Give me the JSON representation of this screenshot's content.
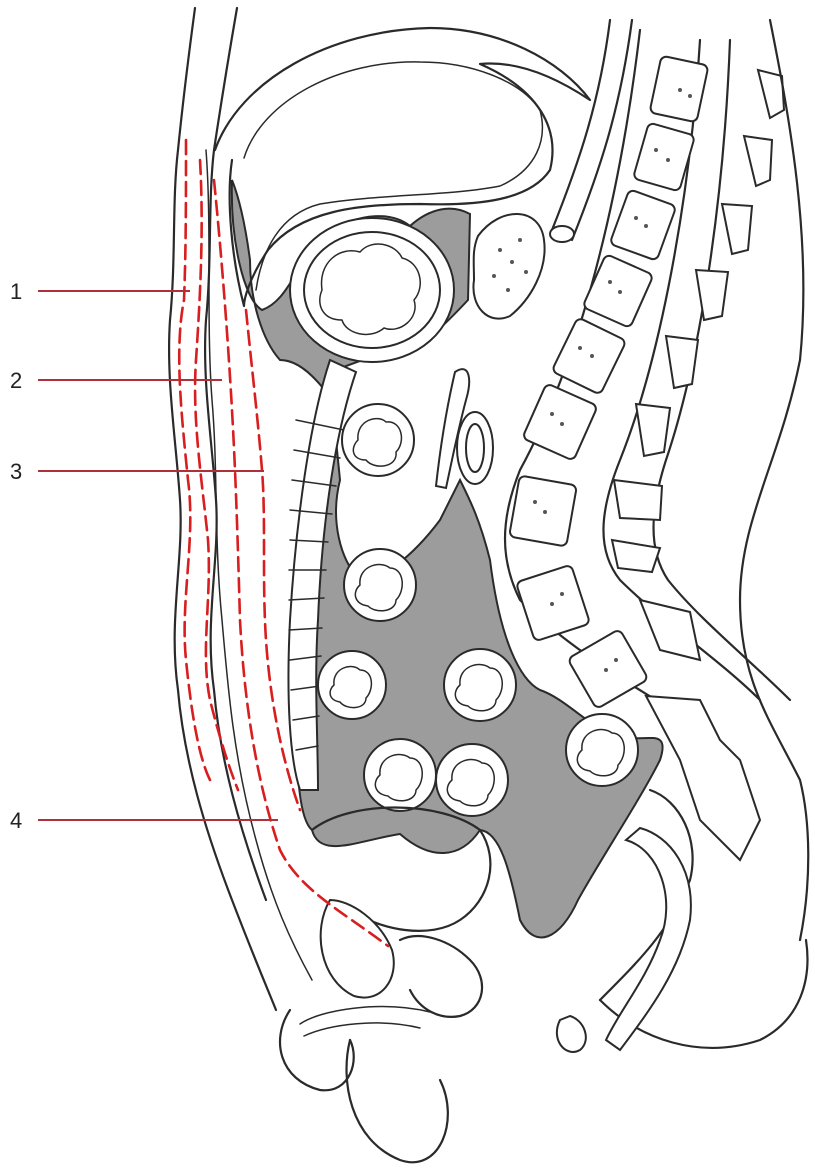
{
  "callouts": [
    {
      "number": "1"
    },
    {
      "number": "2"
    },
    {
      "number": "3"
    },
    {
      "number": "4"
    }
  ],
  "colors": {
    "fascia_dash": "#d81e1e",
    "leader_line": "#b0303a",
    "peritoneal_cavity": "#9c9c9c",
    "ink": "#2a2a2a"
  }
}
